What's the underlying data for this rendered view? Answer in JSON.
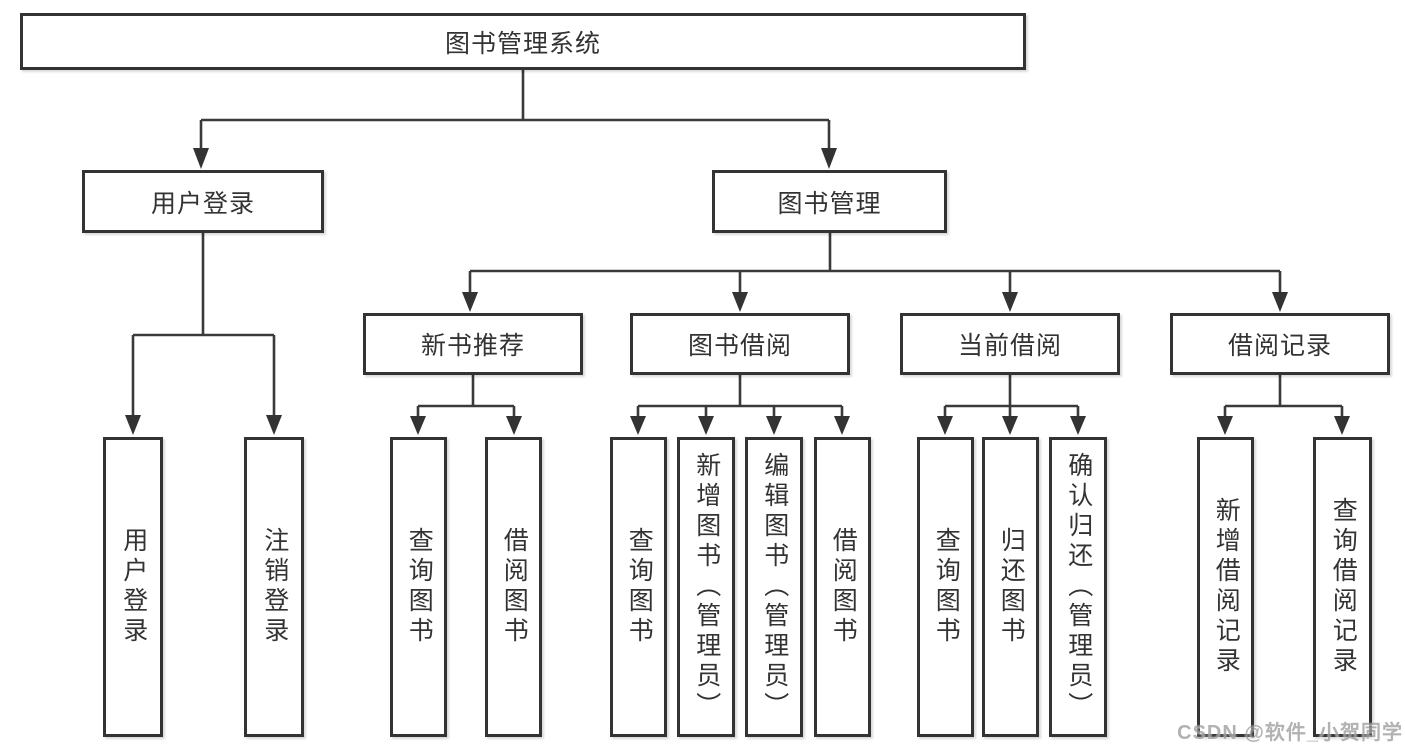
{
  "diagram": {
    "root": "图书管理系统",
    "level2": {
      "user_login": "用户登录",
      "book_management": "图书管理"
    },
    "level3": {
      "new_books": "新书推荐",
      "book_borrow": "图书借阅",
      "current_borrow": "当前借阅",
      "borrow_records": "借阅记录"
    },
    "leaves": {
      "login": [
        "用户登录",
        "注销登录"
      ],
      "new_books": [
        "查询图书",
        "借阅图书"
      ],
      "book_borrow": [
        "查询图书",
        "新增图书（管理员）",
        "编辑图书（管理员）",
        "借阅图书"
      ],
      "current_borrow": [
        "查询图书",
        "归还图书",
        "确认归还（管理员）"
      ],
      "borrow_records": [
        "新增借阅记录",
        "查询借阅记录"
      ]
    },
    "colors": {
      "box_border": "#333333",
      "connector_line": "#3a3a3a",
      "text": "#333333",
      "watermark_gray": "#828282"
    },
    "watermark": "CSDN @软件_小贺同学"
  }
}
